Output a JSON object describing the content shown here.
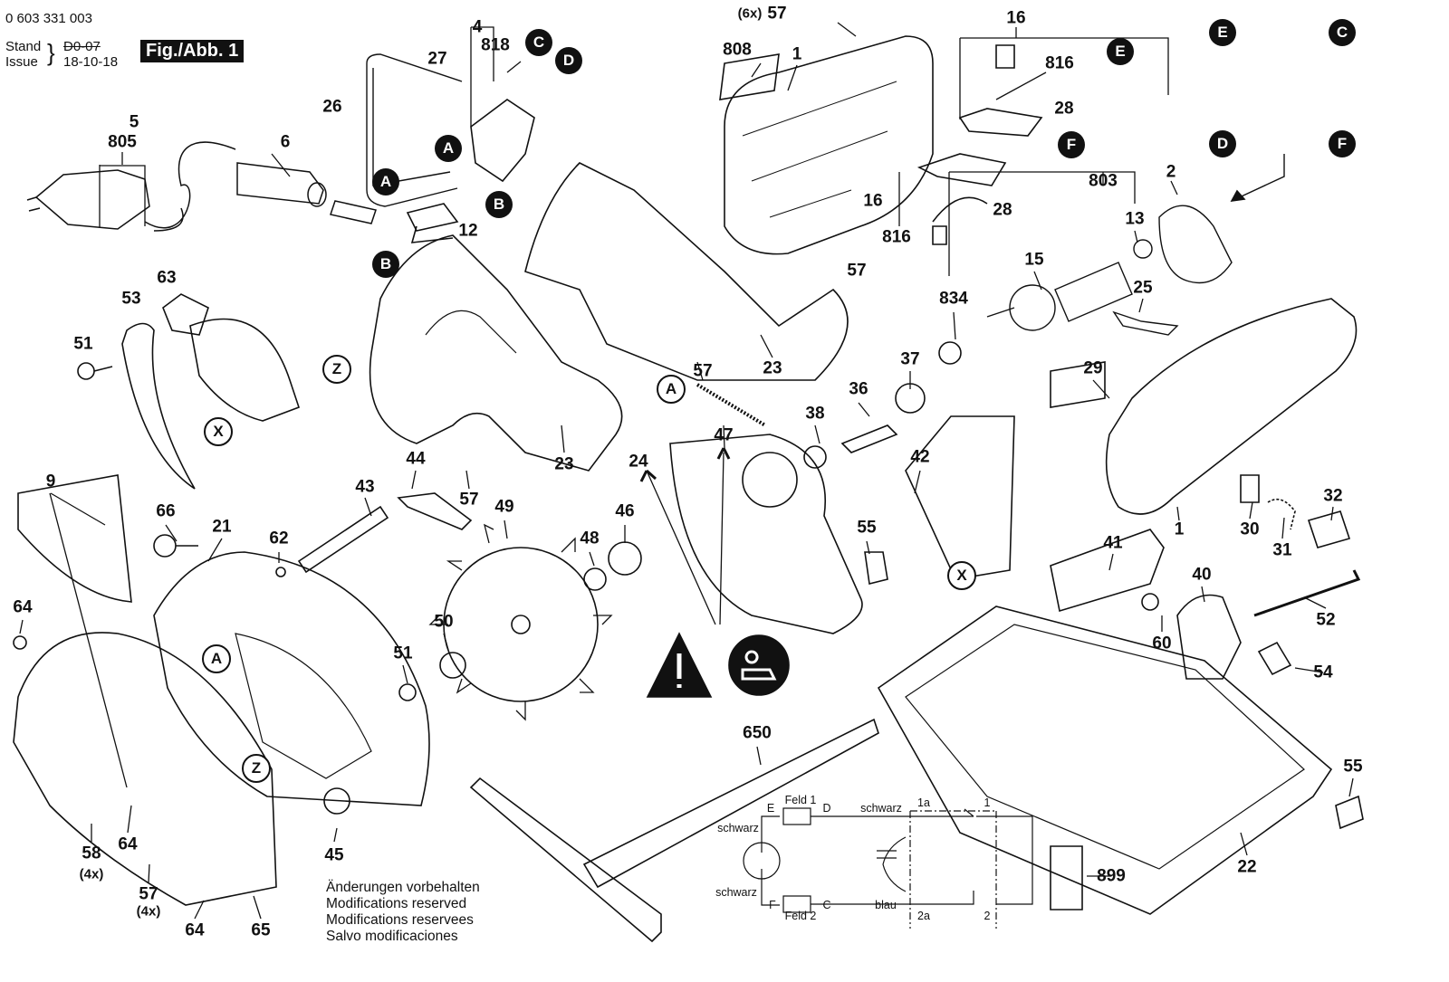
{
  "header": {
    "part_number": "0 603 331 003",
    "stand_label": "Stand",
    "stand_value": "D0-07",
    "issue_label": "Issue",
    "issue_value": "18-10-18",
    "figure": "Fig./Abb. 1"
  },
  "part_labels": [
    "(6x)",
    "57",
    "16",
    "808",
    "1",
    "816",
    "28",
    "4",
    "818",
    "27",
    "26",
    "5",
    "805",
    "6",
    "12",
    "63",
    "53",
    "51",
    "16",
    "816",
    "28",
    "57",
    "803",
    "13",
    "2",
    "15",
    "834",
    "25",
    "57",
    "23",
    "23",
    "37",
    "36",
    "38",
    "29",
    "47",
    "24",
    "44",
    "57",
    "43",
    "49",
    "42",
    "9",
    "66",
    "21",
    "62",
    "46",
    "48",
    "55",
    "41",
    "1",
    "30",
    "31",
    "32",
    "40",
    "52",
    "60",
    "54",
    "64",
    "50",
    "51",
    "650",
    "55",
    "22",
    "899",
    "58",
    "(4x)",
    "64",
    "57",
    "(4x)",
    "64",
    "65",
    "45"
  ],
  "connector_labels": [
    "C",
    "D",
    "A",
    "B",
    "A",
    "B",
    "E",
    "F",
    "E",
    "C",
    "D",
    "F",
    "Z",
    "X",
    "A",
    "X",
    "A",
    "Z"
  ],
  "notes": [
    "Änderungen vorbehalten",
    "Modifications reserved",
    "Modifications reservees",
    "Salvo modificaciones"
  ],
  "wiring": {
    "labels": [
      "E",
      "Feld 1",
      "D",
      "schwarz",
      "schwarz",
      "schwarz",
      "F",
      "Feld 2",
      "C",
      "blau",
      "1a",
      "1",
      "2a",
      "2"
    ]
  },
  "icons": [
    "warning-triangle-icon",
    "read-manual-icon"
  ]
}
